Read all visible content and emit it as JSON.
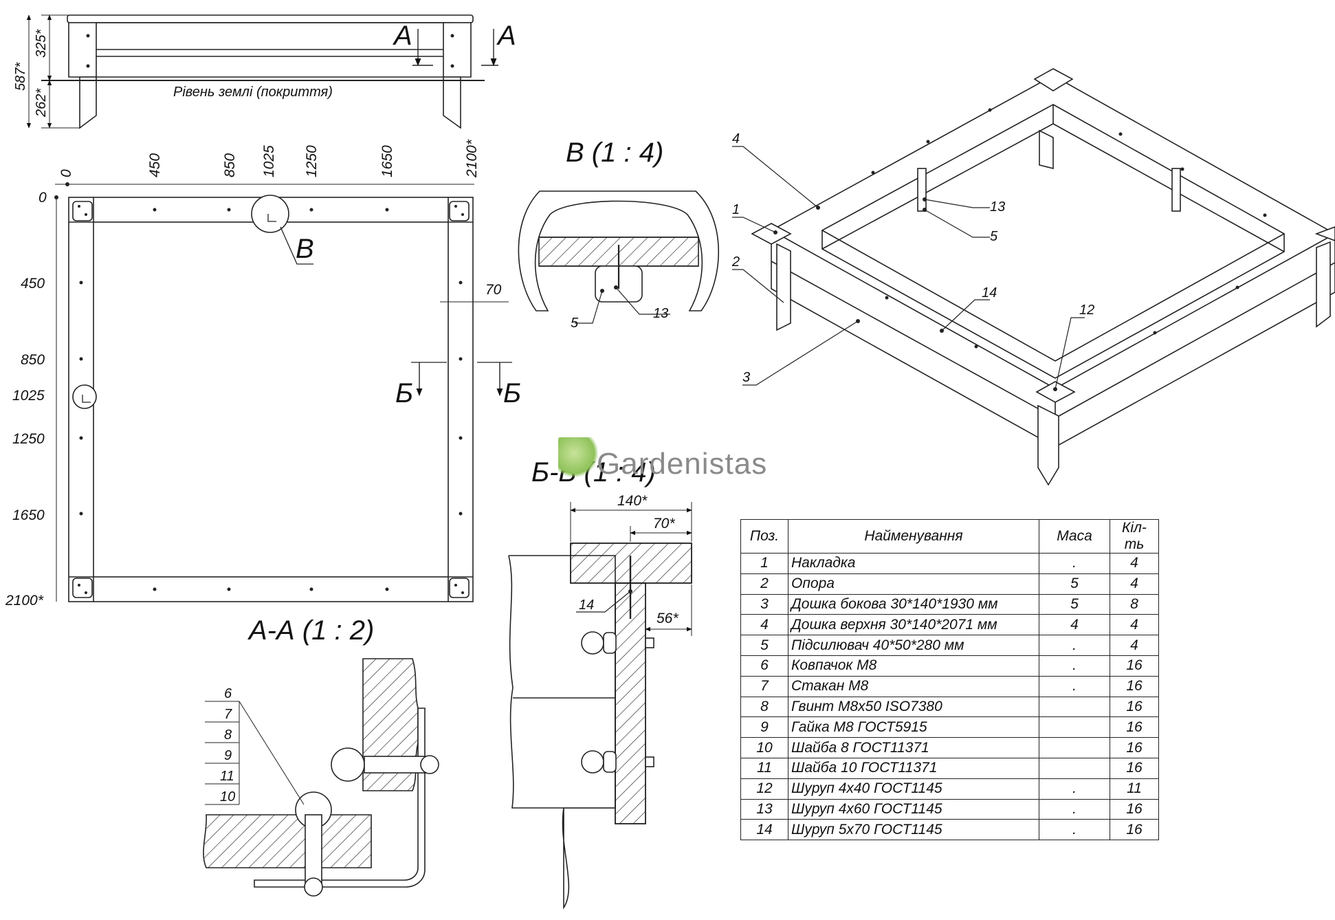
{
  "elevation": {
    "dims": [
      "587*",
      "325*",
      "262*"
    ],
    "ground_label": "Рівень землі (покриття)",
    "section_marks": [
      "А",
      "А"
    ]
  },
  "plan": {
    "top_ticks": [
      "0",
      "450",
      "850",
      "1025",
      "1250",
      "1650",
      "2100*"
    ],
    "left_ticks": [
      "0",
      "450",
      "850",
      "1025",
      "1250",
      "1650",
      "2100*"
    ],
    "width_dim": "70",
    "section_marks": [
      "Б",
      "Б"
    ],
    "callout": "В",
    "caption": "А-А (1 : 2)"
  },
  "detail_v": {
    "title": "В (1 : 4)",
    "labels": [
      "5",
      "13"
    ]
  },
  "detail_bb": {
    "title": "Б-Б (1 : 4)",
    "dims": [
      "140*",
      "70*",
      "56*"
    ],
    "label": "14"
  },
  "detail_aa": {
    "labels": [
      "6",
      "7",
      "8",
      "9",
      "11",
      "10"
    ]
  },
  "iso": {
    "labels": [
      "4",
      "1",
      "2",
      "3",
      "13",
      "5",
      "14",
      "12"
    ]
  },
  "watermark": "Gardenistas",
  "table": {
    "headers": [
      "Поз.",
      "Найменування",
      "Маса",
      "Кіл-ть"
    ],
    "rows": [
      [
        "1",
        "Накладка",
        ".",
        "4"
      ],
      [
        "2",
        "Опора",
        "5",
        "4"
      ],
      [
        "3",
        "Дошка бокова 30*140*1930 мм",
        "5",
        "8"
      ],
      [
        "4",
        "Дошка верхня 30*140*2071 мм",
        "4",
        "4"
      ],
      [
        "5",
        "Підсилювач 40*50*280 мм",
        ".",
        "4"
      ],
      [
        "6",
        "Ковпачок М8",
        ".",
        "16"
      ],
      [
        "7",
        "Стакан М8",
        ".",
        "16"
      ],
      [
        "8",
        "Гвинт М8х50 ISO7380",
        "",
        "16"
      ],
      [
        "9",
        "Гайка М8 ГОСТ5915",
        "",
        "16"
      ],
      [
        "10",
        "Шайба 8 ГОСТ11371",
        "",
        "16"
      ],
      [
        "11",
        "Шайба 10 ГОСТ11371",
        "",
        "16"
      ],
      [
        "12",
        "Шуруп 4х40 ГОСТ1145",
        ".",
        "11"
      ],
      [
        "13",
        "Шуруп 4х60 ГОСТ1145",
        ".",
        "16"
      ],
      [
        "14",
        "Шуруп 5х70 ГОСТ1145",
        ".",
        "16"
      ]
    ]
  }
}
